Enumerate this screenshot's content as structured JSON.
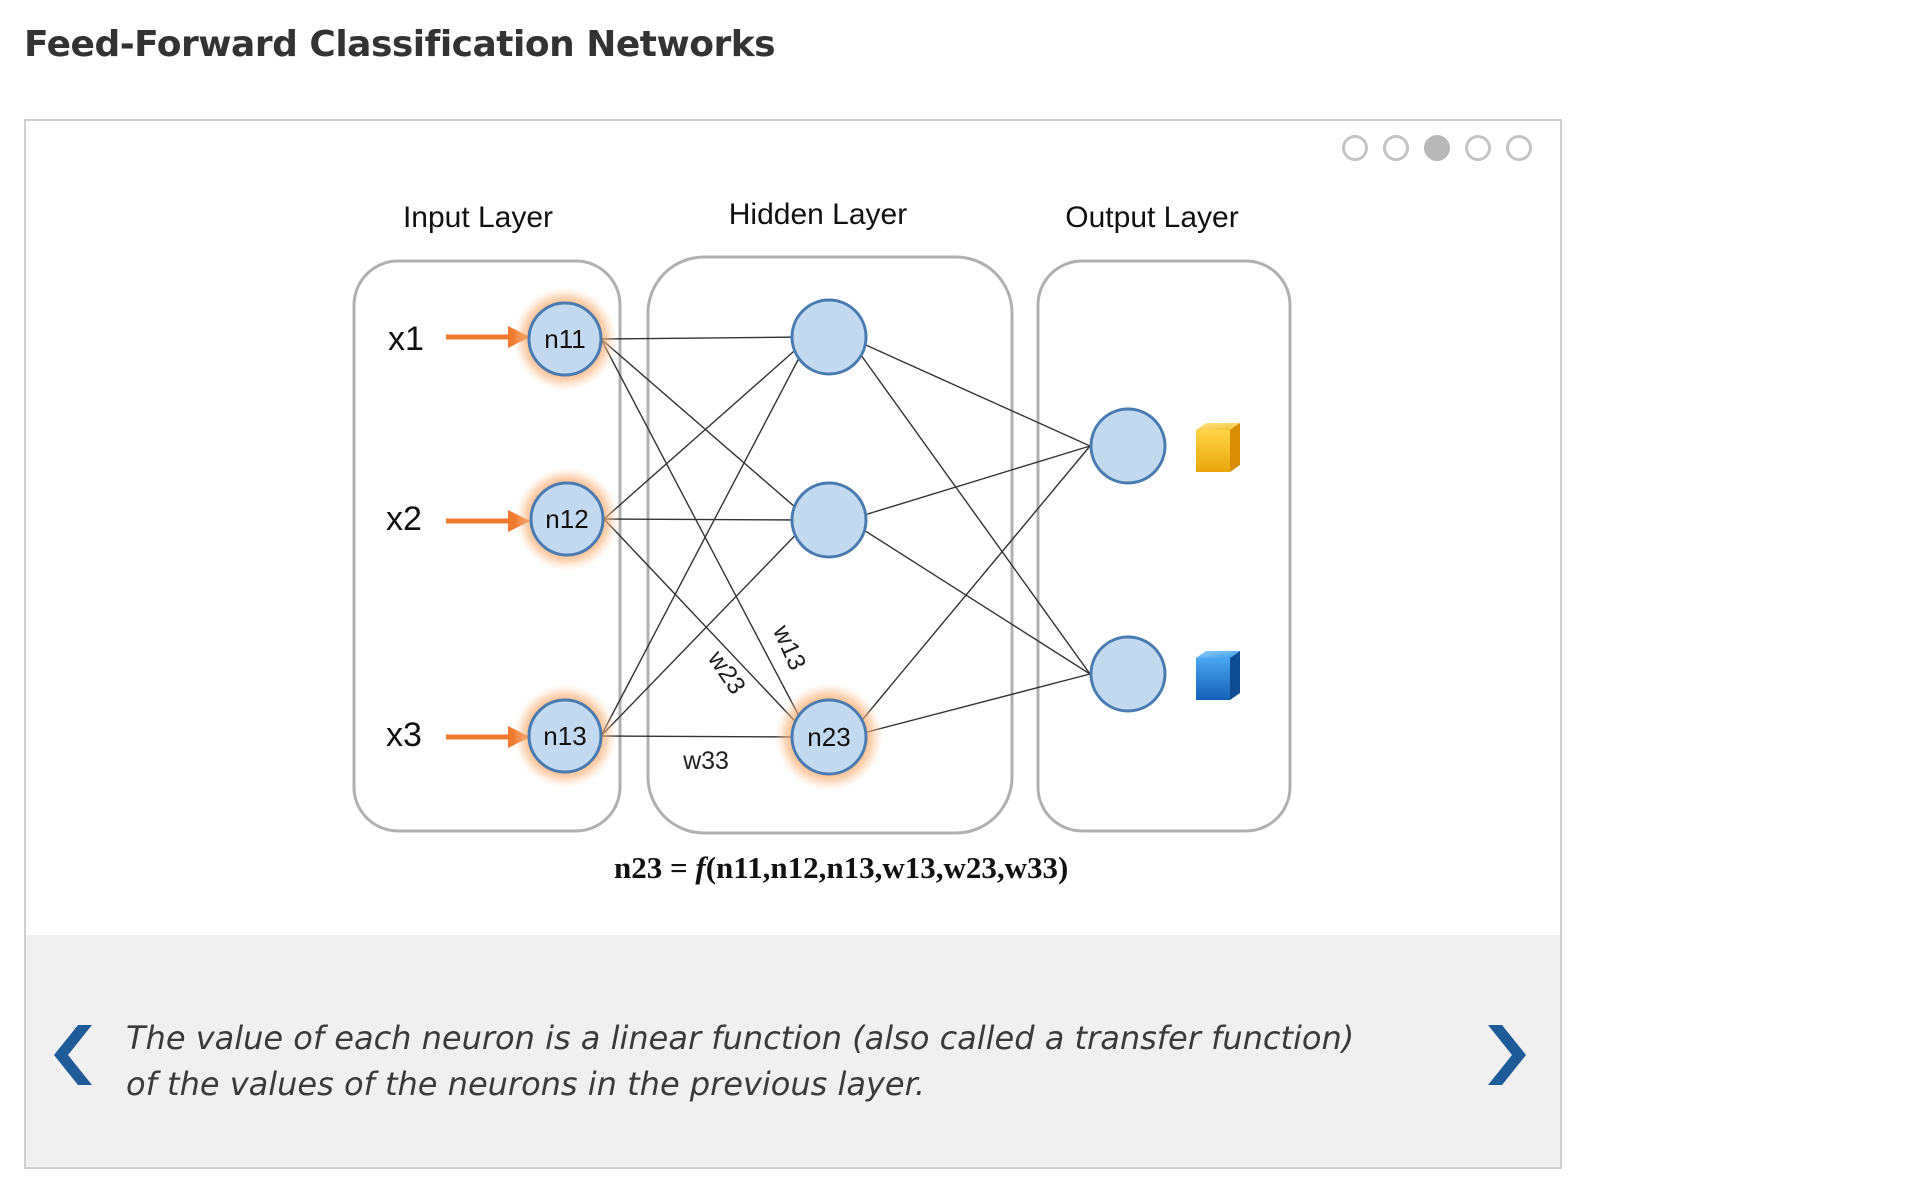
{
  "page": {
    "title": "Feed-Forward Classification Networks"
  },
  "carousel": {
    "slide_count": 5,
    "active_slide": 3,
    "caption": "The value of each neuron is a linear function (also called a transfer function) of the values of the neurons in the previous layer.",
    "prev_icon": "chevron-left-icon",
    "next_icon": "chevron-right-icon",
    "accent_color": "#1f5a99"
  },
  "diagram": {
    "layers": {
      "input": "Input Layer",
      "hidden": "Hidden Layer",
      "output": "Output Layer"
    },
    "inputs": [
      "x1",
      "x2",
      "x3"
    ],
    "input_neurons": [
      "n11",
      "n12",
      "n13"
    ],
    "hidden_neuron_label": "n23",
    "weights": {
      "w13": "w13",
      "w23": "w23",
      "w33": "w33"
    },
    "formula_left": "n23 = ",
    "formula_fn": "f",
    "formula_args": "(n11,n12,n13,w13,w23,w33)",
    "output_classes": [
      "yellow-cube-icon",
      "blue-cube-icon"
    ],
    "colors": {
      "neuron_fill": "#c3d9ef",
      "neuron_stroke": "#4a7bb0",
      "highlight_glow": "#f59a4a",
      "arrow": "#ef7a30",
      "layer_box": "#b0b0b0"
    }
  }
}
